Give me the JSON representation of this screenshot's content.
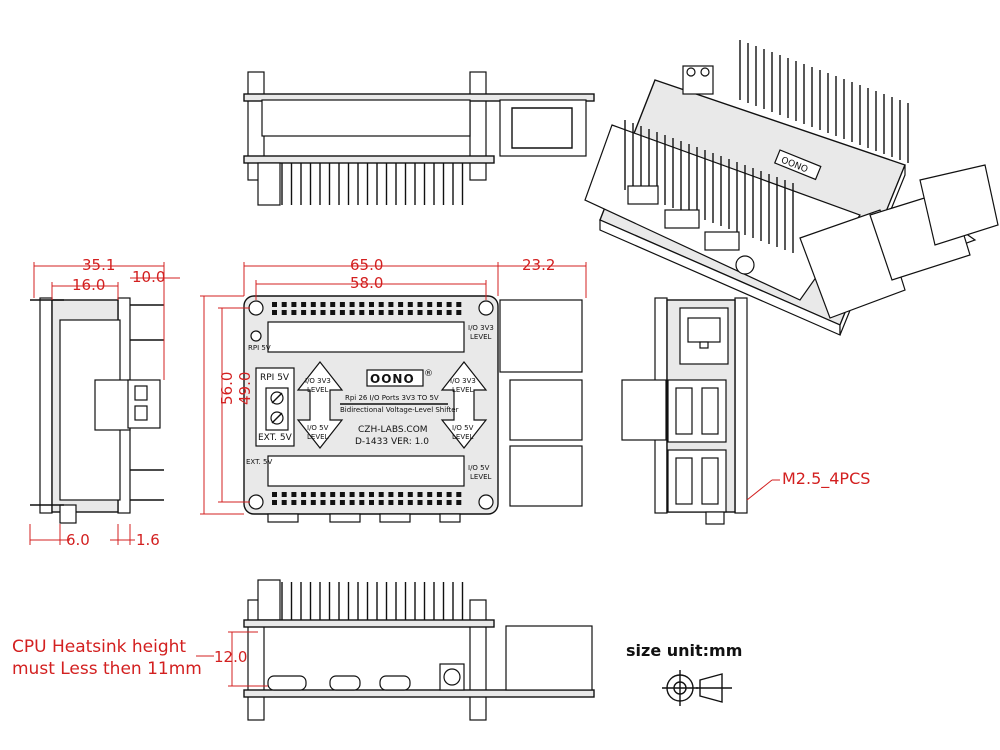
{
  "dimensions": {
    "width_65": "65.0",
    "width_58": "58.0",
    "overhang_23": "23.2",
    "height_56": "56.0",
    "height_49": "49.0",
    "side_35": "35.1",
    "side_16": "16.0",
    "side_10": "10.0",
    "side_6": "6.0",
    "side_1_6": "1.6",
    "heatsink_12": "12.0"
  },
  "board": {
    "left_label": "RPI 5V",
    "right_label_line1": "I/O 3V3",
    "right_label_line2": "LEVEL",
    "ext_label_bottom": "EXT. 5V",
    "ext_label_right_line1": "I/O 5V",
    "ext_label_right_line2": "LEVEL",
    "terminal_top": "RPI 5V",
    "terminal_bottom": "EXT. 5V",
    "logo": "OONO",
    "title": "Rpi 26 I/O Ports 3V3 TO 5V",
    "subtitle": "Bidirectional Voltage-Level Shifter",
    "website": "CZH-LABS.COM",
    "model": "D-1433  VER: 1.0",
    "arrow_top_line1": "I/O 3V3",
    "arrow_top_line2": "LEVEL",
    "arrow_bottom_line1": "I/O 5V",
    "arrow_bottom_line2": "LEVEL"
  },
  "annotations": {
    "screw_spec": "M2.5_4PCS",
    "heatsink_note_line1": "CPU Heatsink height",
    "heatsink_note_line2": "must Less then 11mm",
    "unit_label": "size unit:mm"
  },
  "icons": [
    "first-angle-projection-icon"
  ]
}
